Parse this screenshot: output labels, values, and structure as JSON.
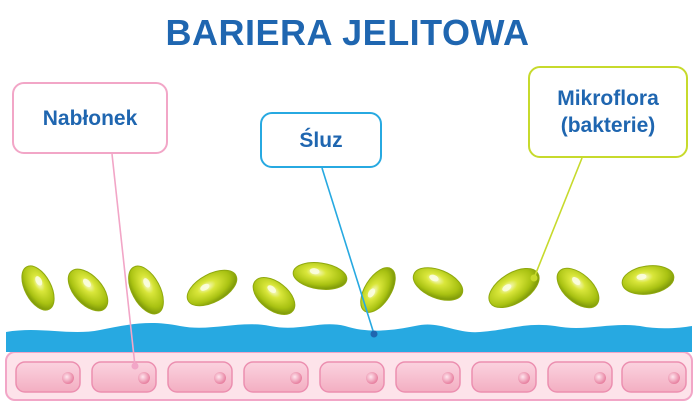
{
  "title": "BARIERA JELITOWA",
  "labels": {
    "epithelium": "Nabłonek",
    "mucus": "Śluz",
    "microflora_line1": "Mikroflora",
    "microflora_line2": "(bakterie)"
  },
  "colors": {
    "title": "#1f66b0",
    "epithelium_border": "#f2a6c7",
    "mucus": "#27a9e1",
    "microflora_border": "#c7da2c",
    "bacteria": "#b5cc1c"
  }
}
